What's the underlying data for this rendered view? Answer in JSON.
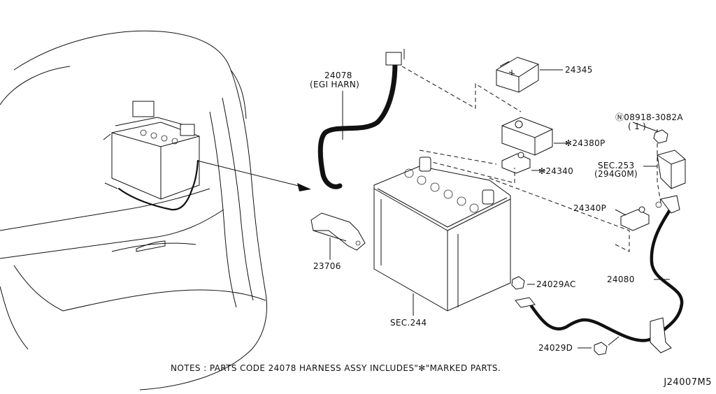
{
  "labels": {
    "p24078": "24078",
    "p24078_sub": "(EGI HARN)",
    "p24345": "24345",
    "p24380p": "✻24380P",
    "p24340": "✻24340",
    "p08918": "Ⓝ08918-3082A",
    "p08918_qty": "( 1 )",
    "sec253": "SEC.253",
    "sec253_sub": "(294G0M)",
    "p24340p": "24340P",
    "p23706": "23706",
    "p24080": "24080",
    "p24029ac": "24029AC",
    "sec244": "SEC.244",
    "p24029d": "24029D"
  },
  "notes": "NOTES : PARTS CODE 24078 HARNESS ASSY INCLUDES\"✻\"MARKED PARTS.",
  "diagram_code": "J24007M5"
}
